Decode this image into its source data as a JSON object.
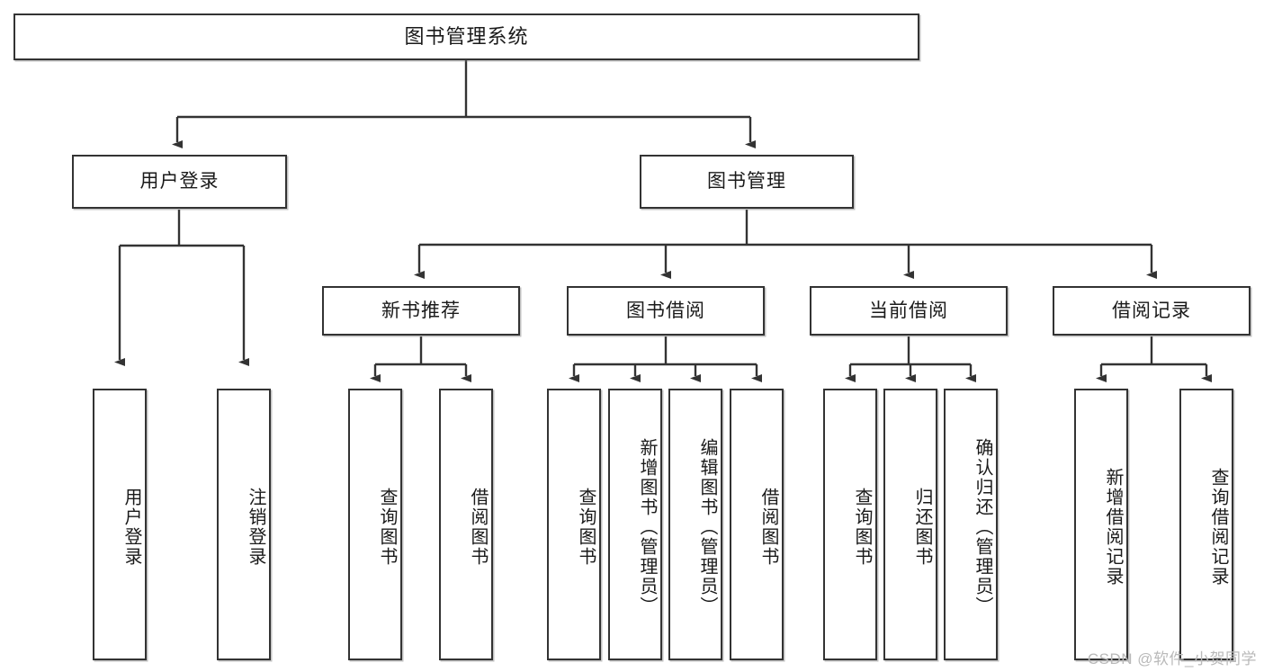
{
  "diagram": {
    "title": "图书管理系统",
    "type": "hierarchy-tree",
    "watermark": "CSDN @软件_小贺同学",
    "colors": {
      "box_border": "#333333",
      "box_fill": "#ffffff",
      "connector": "#333333",
      "text": "#1a1a1a",
      "watermark": "#b9b9b9"
    },
    "levels": [
      {
        "level": 1,
        "nodes": [
          {
            "id": "root",
            "label": "图书管理系统",
            "orientation": "horizontal"
          }
        ]
      },
      {
        "level": 2,
        "nodes": [
          {
            "id": "user-login",
            "label": "用户登录",
            "orientation": "horizontal",
            "parent": "root"
          },
          {
            "id": "book-manage",
            "label": "图书管理",
            "orientation": "horizontal",
            "parent": "root"
          }
        ]
      },
      {
        "level": 3,
        "nodes": [
          {
            "id": "new-book-rec",
            "label": "新书推荐",
            "orientation": "horizontal",
            "parent": "book-manage"
          },
          {
            "id": "book-borrow",
            "label": "图书借阅",
            "orientation": "horizontal",
            "parent": "book-manage"
          },
          {
            "id": "current-borrow",
            "label": "当前借阅",
            "orientation": "horizontal",
            "parent": "book-manage"
          },
          {
            "id": "borrow-record",
            "label": "借阅记录",
            "orientation": "horizontal",
            "parent": "book-manage"
          }
        ]
      },
      {
        "level": 4,
        "nodes": [
          {
            "id": "leaf-user-login",
            "label": "用户登录",
            "orientation": "vertical",
            "parent": "user-login"
          },
          {
            "id": "leaf-logout",
            "label": "注销登录",
            "orientation": "vertical",
            "parent": "user-login"
          },
          {
            "id": "leaf-query-book-1",
            "label": "查询图书",
            "orientation": "vertical",
            "parent": "new-book-rec"
          },
          {
            "id": "leaf-borrow-book-1",
            "label": "借阅图书",
            "orientation": "vertical",
            "parent": "new-book-rec"
          },
          {
            "id": "leaf-query-book-2",
            "label": "查询图书",
            "orientation": "vertical",
            "parent": "book-borrow"
          },
          {
            "id": "leaf-add-book",
            "label": "新增图书（管理员）",
            "orientation": "vertical",
            "parent": "book-borrow"
          },
          {
            "id": "leaf-edit-book",
            "label": "编辑图书（管理员）",
            "orientation": "vertical",
            "parent": "book-borrow"
          },
          {
            "id": "leaf-borrow-book-2",
            "label": "借阅图书",
            "orientation": "vertical",
            "parent": "book-borrow"
          },
          {
            "id": "leaf-query-book-3",
            "label": "查询图书",
            "orientation": "vertical",
            "parent": "current-borrow"
          },
          {
            "id": "leaf-return-book",
            "label": "归还图书",
            "orientation": "vertical",
            "parent": "current-borrow"
          },
          {
            "id": "leaf-confirm-return",
            "label": "确认归还（管理员）",
            "orientation": "vertical",
            "parent": "current-borrow"
          },
          {
            "id": "leaf-add-record",
            "label": "新增借阅记录",
            "orientation": "vertical",
            "parent": "borrow-record"
          },
          {
            "id": "leaf-query-record",
            "label": "查询借阅记录",
            "orientation": "vertical",
            "parent": "borrow-record"
          }
        ]
      }
    ]
  }
}
